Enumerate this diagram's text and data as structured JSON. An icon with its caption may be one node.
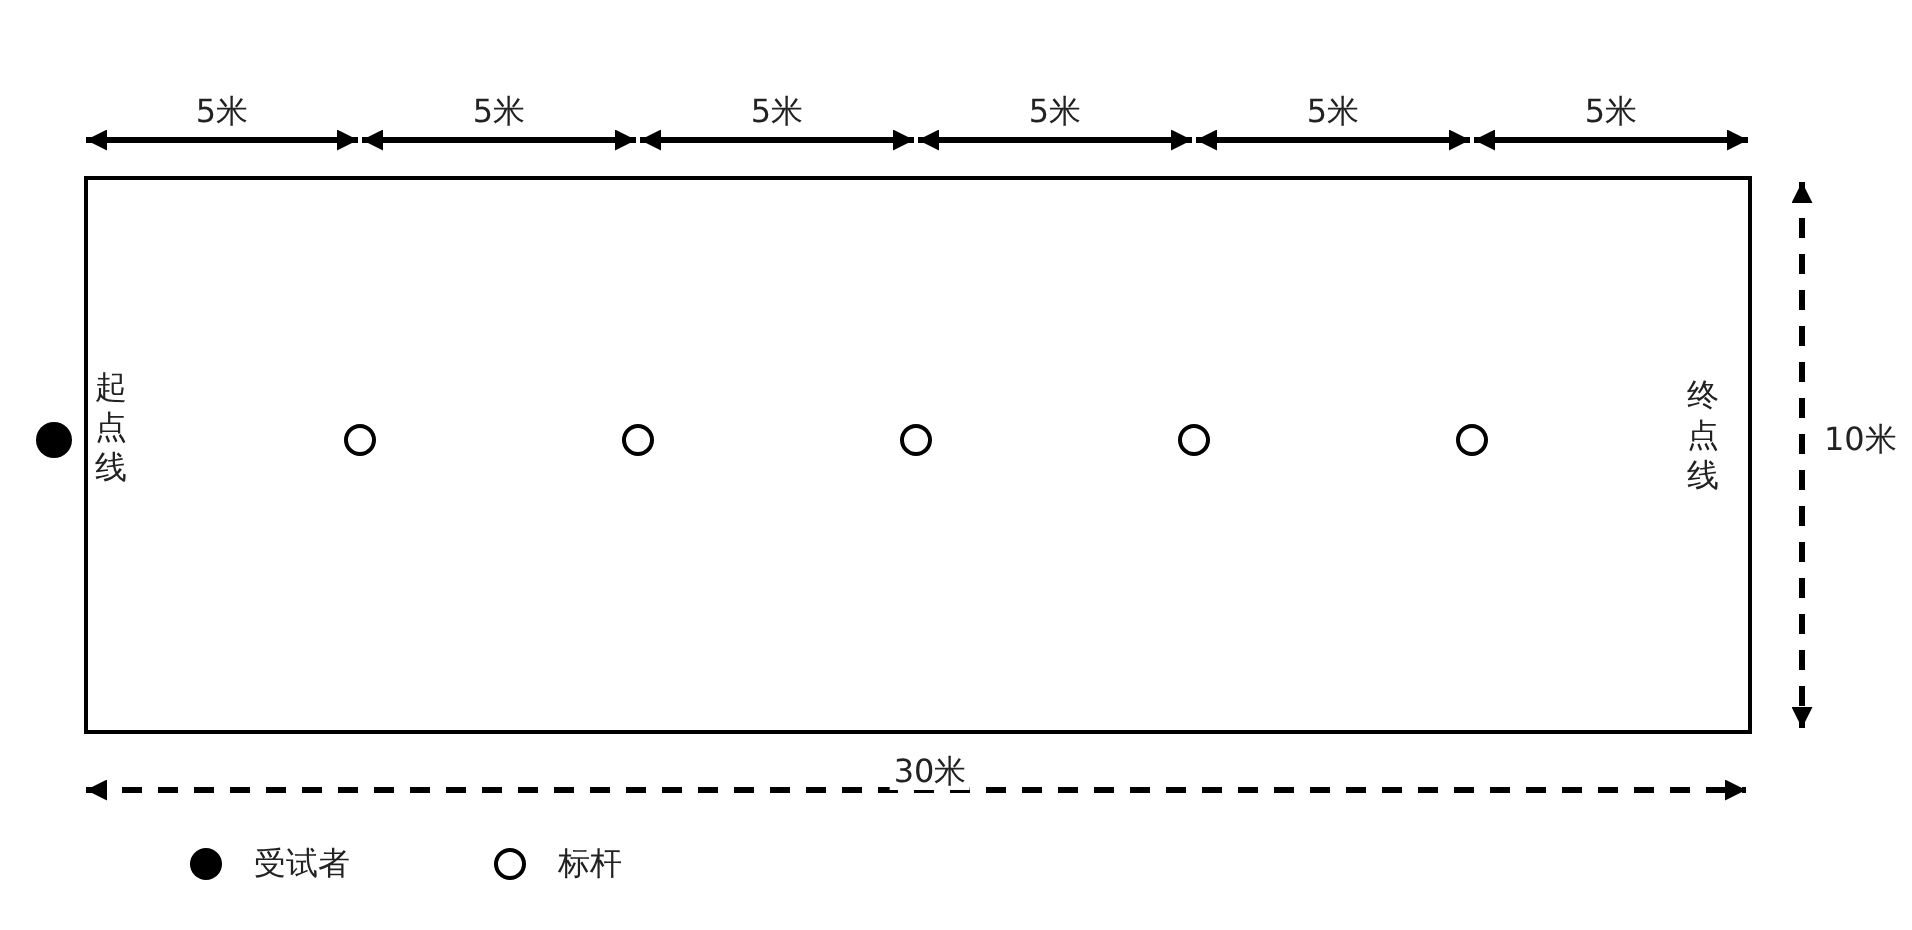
{
  "diagram": {
    "nodes": [
      {
        "text": [
          "起点线",
          "终点线"
        ]
      },
      {
        "text": [],
        "shape": "dot"
      },
      {
        "text": [],
        "shape": "circle",
        "in": 0
      },
      {
        "text": [],
        "shape": "circle",
        "in": 0
      },
      {
        "text": [],
        "shape": "circle",
        "in": 0
      },
      {
        "text": [],
        "shape": "circle",
        "in": 0
      },
      {
        "text": [],
        "shape": "circle",
        "in": 0
      }
    ],
    "edges": [],
    "labels": [
      "5米",
      "5米",
      "5米",
      "5米",
      "5米",
      "5米",
      "10米",
      "30米"
    ],
    "legend": [
      {
        "text": "受试者"
      },
      {
        "text": "标杆"
      }
    ]
  }
}
